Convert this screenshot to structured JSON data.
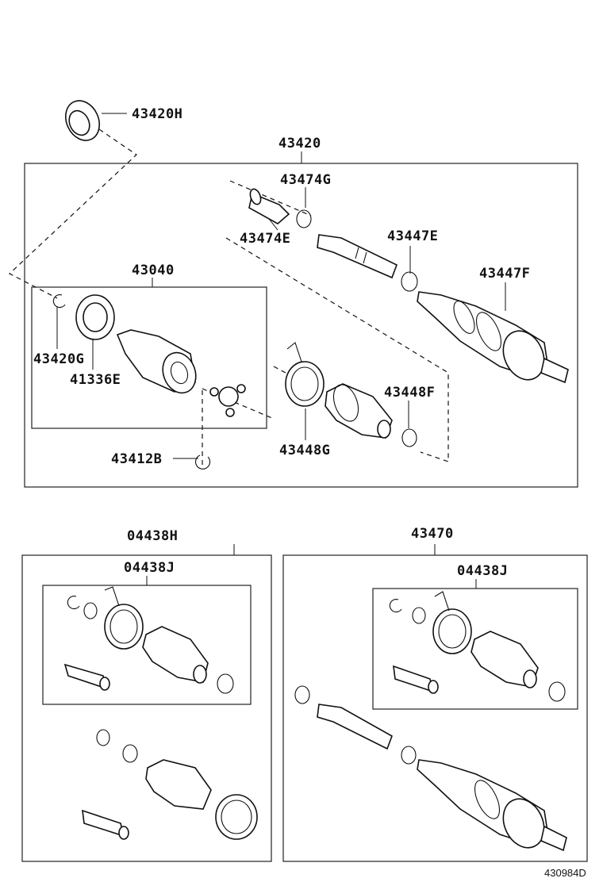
{
  "diagram": {
    "labels": {
      "l_43420H": "43420H",
      "l_43420": "43420",
      "l_43474G": "43474G",
      "l_43474E": "43474E",
      "l_43447E": "43447E",
      "l_43447F": "43447F",
      "l_43040": "43040",
      "l_43420G": "43420G",
      "l_41336E": "41336E",
      "l_43448F": "43448F",
      "l_43448G": "43448G",
      "l_43412B": "43412B",
      "l_04438H": "04438H",
      "l_04438J_left": "04438J",
      "l_43470": "43470",
      "l_04438J_right": "04438J"
    },
    "diagram_code": "430984D"
  }
}
